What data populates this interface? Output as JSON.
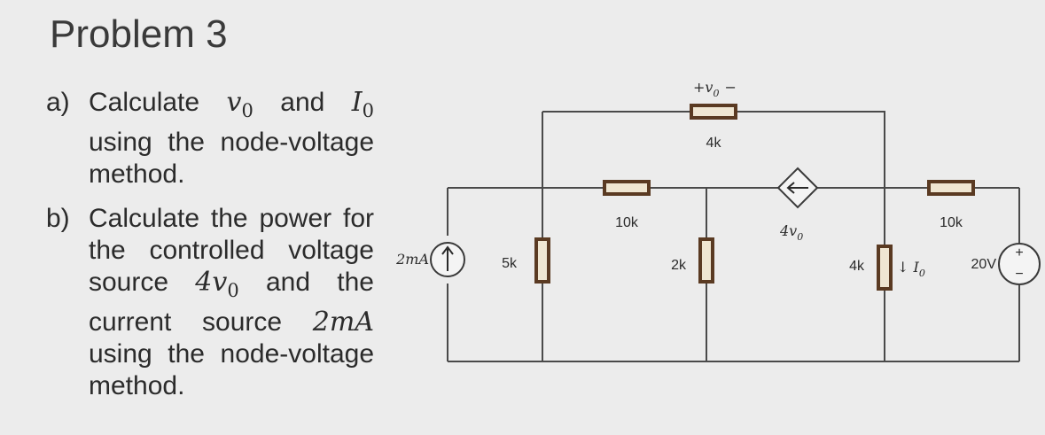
{
  "title": "Problem 3",
  "problem": {
    "a_marker": "a)",
    "a_text_1": "Calculate ",
    "a_var_v": "v",
    "a_sub_0": "0",
    "a_text_2": " and ",
    "a_var_i": "I",
    "a_sub_1": "0",
    "a_text_3": " using the node-voltage method.",
    "b_marker": "b)",
    "b_text_1": "Calculate the power for the controlled voltage source ",
    "b_var_4v": "4v",
    "b_sub": "0",
    "b_text_2": " and the current source ",
    "b_var_2ma": "2mA",
    "b_text_3": " using the node-voltage method."
  },
  "circuit": {
    "vo_polarity": "+v",
    "vo_sub": "0",
    "vo_minus": "−",
    "r_top": "4k",
    "r_10k_left": "10k",
    "r_10k_right": "10k",
    "r_5k": "5k",
    "r_2k": "2k",
    "r_4k": "4k",
    "dep_source": "4v",
    "dep_sub": "0",
    "current_source": "2mA",
    "io_label": "↓ I",
    "io_sub": "0",
    "voltage_source": "20V",
    "vs_plus": "+",
    "vs_minus": "−"
  }
}
